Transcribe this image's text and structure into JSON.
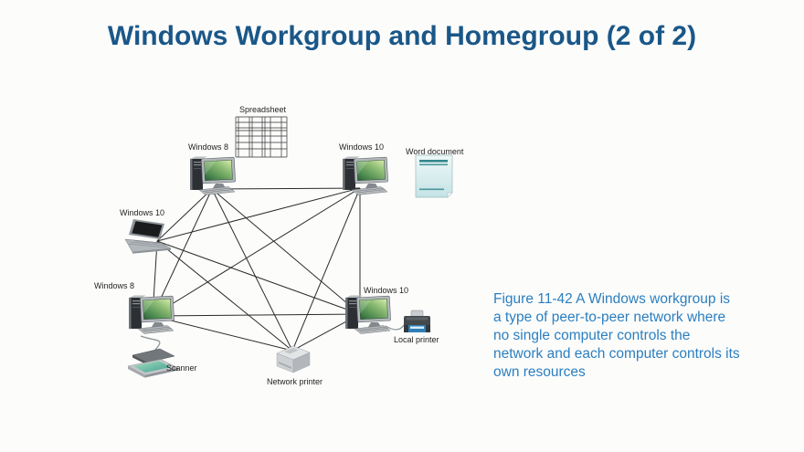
{
  "slide": {
    "title": "Windows Workgroup and Homegroup (2 of 2)",
    "caption_lines": [
      "Figure 11-42  A Windows workgroup is",
      "a type of peer-to-peer network where",
      "no single computer controls the",
      "network and each computer controls its",
      "own resources"
    ]
  },
  "diagram": {
    "nodes": {
      "pc_top_left": {
        "label": "Windows 8",
        "type": "desktop-computer"
      },
      "pc_top_right": {
        "label": "Windows 10",
        "type": "desktop-computer"
      },
      "laptop_left": {
        "label": "Windows 10",
        "type": "laptop-computer"
      },
      "pc_bottom_left": {
        "label": "Windows 8",
        "type": "desktop-computer"
      },
      "pc_bottom_right": {
        "label": "Windows 10",
        "type": "desktop-computer"
      },
      "network_printer": {
        "label": "Network printer",
        "type": "printer"
      },
      "local_printer": {
        "label": "Local printer",
        "type": "printer"
      },
      "scanner": {
        "label": "Scanner",
        "type": "scanner"
      },
      "spreadsheet": {
        "label": "Spreadsheet",
        "type": "shared-file"
      },
      "word_document": {
        "label": "Word document",
        "type": "shared-file"
      }
    },
    "connections": [
      [
        "pc_top_left",
        "pc_top_right"
      ],
      [
        "pc_top_left",
        "laptop_left"
      ],
      [
        "pc_top_left",
        "pc_bottom_left"
      ],
      [
        "pc_top_left",
        "pc_bottom_right"
      ],
      [
        "pc_top_left",
        "network_printer"
      ],
      [
        "pc_top_right",
        "laptop_left"
      ],
      [
        "pc_top_right",
        "pc_bottom_left"
      ],
      [
        "pc_top_right",
        "pc_bottom_right"
      ],
      [
        "pc_top_right",
        "network_printer"
      ],
      [
        "laptop_left",
        "pc_bottom_left"
      ],
      [
        "laptop_left",
        "pc_bottom_right"
      ],
      [
        "laptop_left",
        "network_printer"
      ],
      [
        "pc_bottom_left",
        "pc_bottom_right"
      ],
      [
        "pc_bottom_left",
        "network_printer"
      ],
      [
        "pc_bottom_right",
        "network_printer"
      ]
    ],
    "peripheral_links": [
      {
        "from": "pc_bottom_left",
        "to": "scanner"
      },
      {
        "from": "pc_bottom_right",
        "to": "local_printer"
      }
    ]
  },
  "colors": {
    "title": "#1a5788",
    "caption": "#2b7fc0",
    "background": "#fcfcfb",
    "connection_line": "#2b2b2b"
  }
}
